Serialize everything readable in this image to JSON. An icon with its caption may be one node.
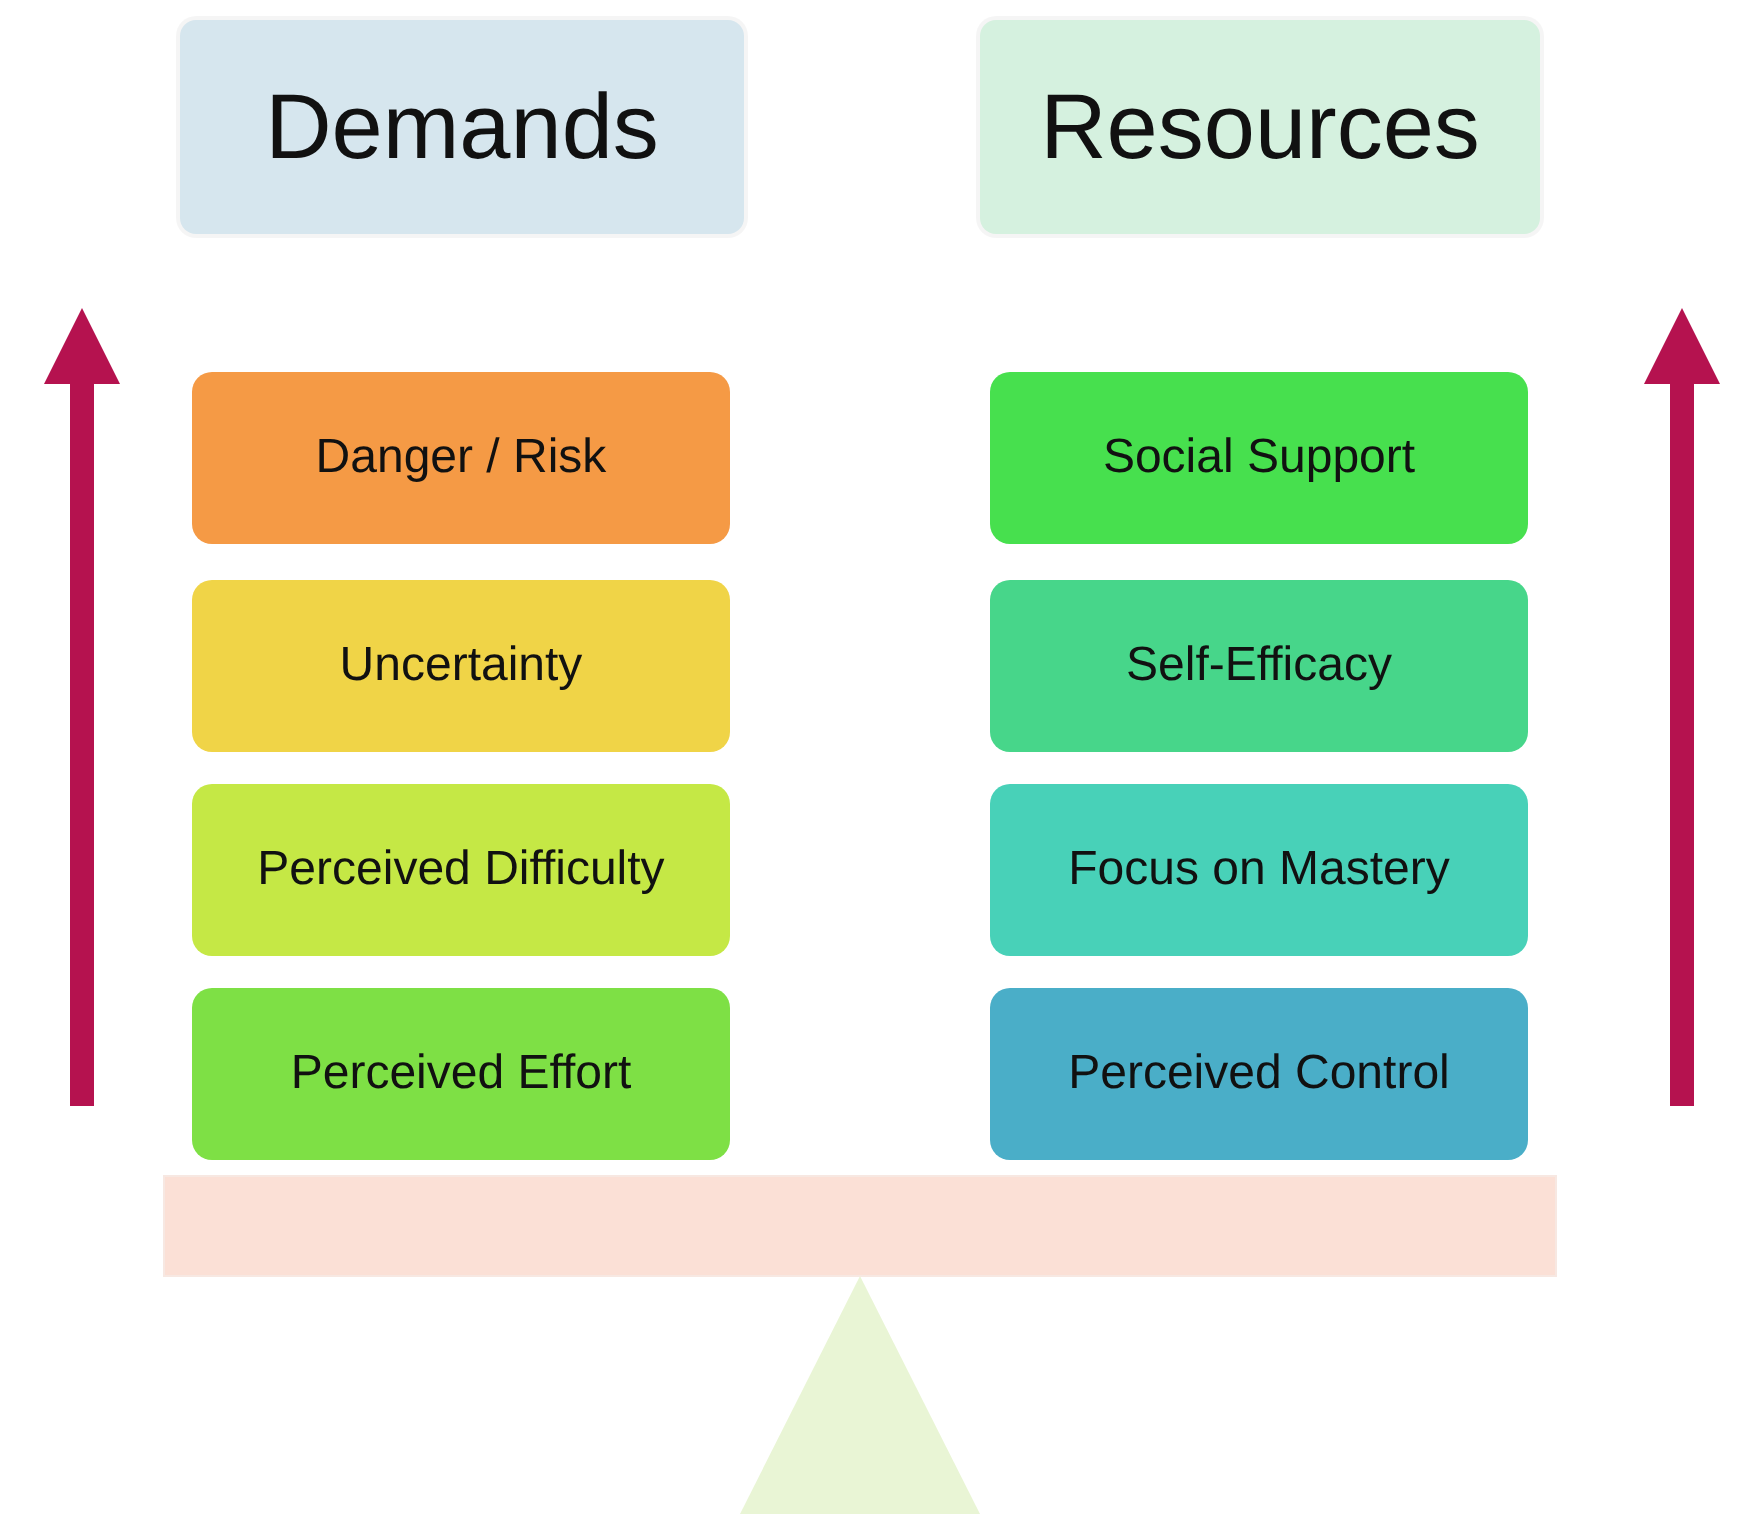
{
  "diagram": {
    "nodes": [
      {
        "text": [
          "Demands"
        ]
      },
      {
        "text": [
          "Resources"
        ]
      },
      {
        "text": [
          "Danger / Risk"
        ]
      },
      {
        "text": [
          "Uncertainty"
        ]
      },
      {
        "text": [
          "Perceived Difficulty"
        ]
      },
      {
        "text": [
          "Perceived Effort"
        ]
      },
      {
        "text": [
          "Social Support"
        ]
      },
      {
        "text": [
          "Self-Efficacy"
        ]
      },
      {
        "text": [
          "Focus on Mastery"
        ]
      },
      {
        "text": [
          "Perceived Control"
        ]
      }
    ]
  }
}
